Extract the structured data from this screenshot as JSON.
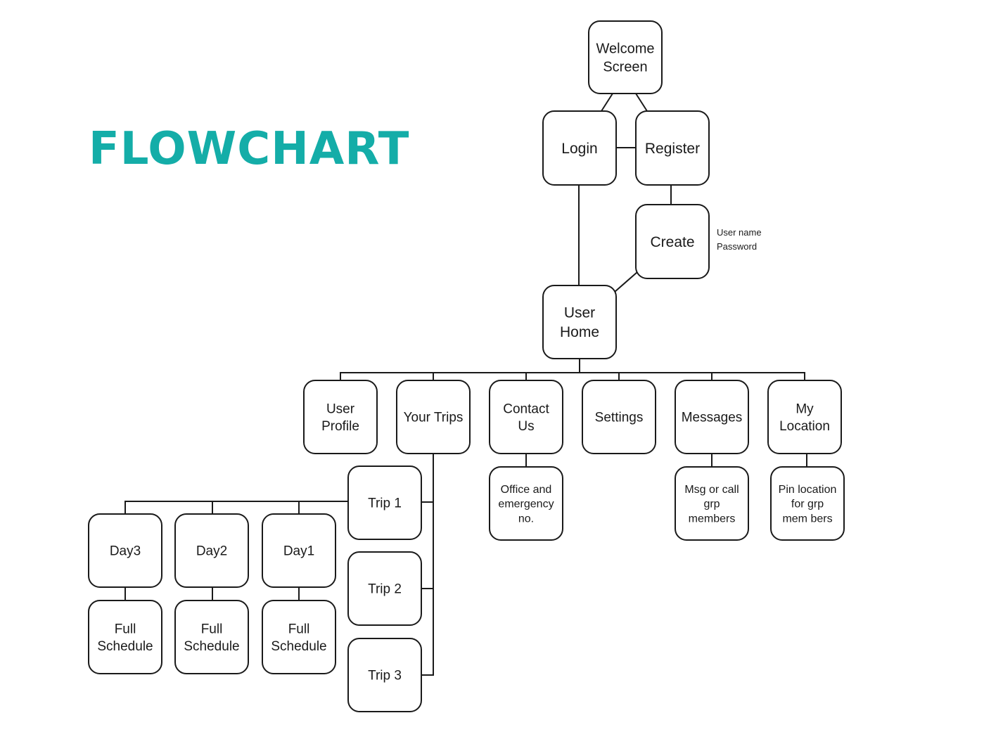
{
  "title": "FLOWCHART",
  "colors": {
    "title": "#14ada8",
    "stroke": "#1a1a1a",
    "background": "#ffffff"
  },
  "nodes": [
    {
      "id": "welcome",
      "lines": [
        "Welcome",
        "Screen"
      ]
    },
    {
      "id": "login",
      "lines": [
        "Login"
      ]
    },
    {
      "id": "register",
      "lines": [
        "Register"
      ]
    },
    {
      "id": "create",
      "lines": [
        "Create"
      ]
    },
    {
      "id": "home",
      "lines": [
        "User",
        "Home"
      ]
    },
    {
      "id": "profile",
      "lines": [
        "User",
        "Profile"
      ]
    },
    {
      "id": "trips",
      "lines": [
        "Your Trips"
      ]
    },
    {
      "id": "contact",
      "lines": [
        "Contact",
        "Us"
      ]
    },
    {
      "id": "settings",
      "lines": [
        "Settings"
      ]
    },
    {
      "id": "messages",
      "lines": [
        "Messages"
      ]
    },
    {
      "id": "location",
      "lines": [
        "My",
        "Location"
      ]
    },
    {
      "id": "office",
      "lines": [
        "Office and",
        "emergency",
        "no."
      ]
    },
    {
      "id": "msgcall",
      "lines": [
        "Msg or call",
        "grp",
        "members"
      ]
    },
    {
      "id": "pin",
      "lines": [
        "Pin location",
        "for grp",
        "mem bers"
      ]
    },
    {
      "id": "trip1",
      "lines": [
        "Trip 1"
      ]
    },
    {
      "id": "trip2",
      "lines": [
        "Trip 2"
      ]
    },
    {
      "id": "trip3",
      "lines": [
        "Trip 3"
      ]
    },
    {
      "id": "day3",
      "lines": [
        "Day3"
      ]
    },
    {
      "id": "day2",
      "lines": [
        "Day2"
      ]
    },
    {
      "id": "day1",
      "lines": [
        "Day1"
      ]
    },
    {
      "id": "full3",
      "lines": [
        "Full",
        "Schedule"
      ]
    },
    {
      "id": "full2",
      "lines": [
        "Full",
        "Schedule"
      ]
    },
    {
      "id": "full1",
      "lines": [
        "Full",
        "Schedule"
      ]
    }
  ],
  "notes": {
    "create_fields": [
      "User name",
      "Password"
    ]
  },
  "edges": [
    [
      "welcome",
      "login"
    ],
    [
      "welcome",
      "register"
    ],
    [
      "login",
      "register"
    ],
    [
      "register",
      "create"
    ],
    [
      "login",
      "home"
    ],
    [
      "create",
      "home"
    ],
    [
      "home",
      "profile"
    ],
    [
      "home",
      "trips"
    ],
    [
      "home",
      "contact"
    ],
    [
      "home",
      "settings"
    ],
    [
      "home",
      "messages"
    ],
    [
      "home",
      "location"
    ],
    [
      "contact",
      "office"
    ],
    [
      "messages",
      "msgcall"
    ],
    [
      "location",
      "pin"
    ],
    [
      "trips",
      "trip1"
    ],
    [
      "trips",
      "trip2"
    ],
    [
      "trips",
      "trip3"
    ],
    [
      "trip1",
      "day1"
    ],
    [
      "trip1",
      "day2"
    ],
    [
      "trip1",
      "day3"
    ],
    [
      "day1",
      "full1"
    ],
    [
      "day2",
      "full2"
    ],
    [
      "day3",
      "full3"
    ]
  ]
}
